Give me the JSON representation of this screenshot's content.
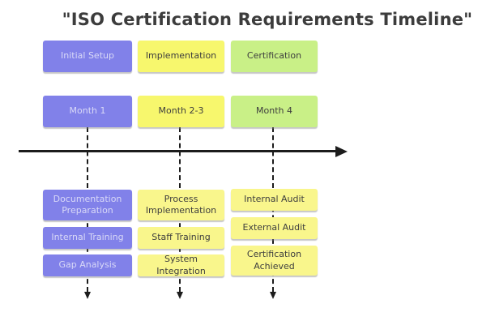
{
  "title": "\"ISO Certification Requirements Timeline\"",
  "diagram_type": "timeline",
  "colors": {
    "purple": "#8181e9",
    "yellow_top": "#f7f76d",
    "yellow_bottom": "#f9f68c",
    "green": "#c9f087",
    "purple_text": "#d9d9f7",
    "dark_text": "#3e3e3e",
    "arrow_color": "#1c1c1c",
    "title_color": "#3c3c3c"
  },
  "columns": [
    {
      "phase": "Initial Setup",
      "month": "Month 1",
      "color": "purple",
      "tasks": [
        "Documentation Preparation",
        "Internal Training",
        "Gap Analysis"
      ]
    },
    {
      "phase": "Implementation",
      "month": "Month 2-3",
      "color": "yellow",
      "tasks": [
        "Process Implementation",
        "Staff Training",
        "System Integration"
      ]
    },
    {
      "phase": "Certification",
      "month": "Month 4",
      "color": "green",
      "tasks": [
        "Internal Audit",
        "External Audit",
        "Certification Achieved"
      ]
    }
  ]
}
